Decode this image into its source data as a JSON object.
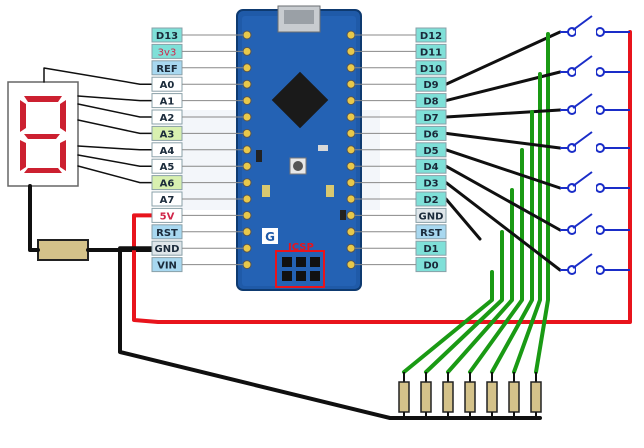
{
  "left_pins": [
    {
      "label": "D13",
      "style": "lt"
    },
    {
      "label": "3v3",
      "style": "red3v3"
    },
    {
      "label": "REF",
      "style": "blue"
    },
    {
      "label": "A0",
      "style": "white"
    },
    {
      "label": "A1",
      "style": "white"
    },
    {
      "label": "A2",
      "style": "white"
    },
    {
      "label": "A3",
      "style": "green"
    },
    {
      "label": "A4",
      "style": "white"
    },
    {
      "label": "A5",
      "style": "white"
    },
    {
      "label": "A6",
      "style": "green"
    },
    {
      "label": "A7",
      "style": "white"
    },
    {
      "label": "5V",
      "style": "white redt"
    },
    {
      "label": "RST",
      "style": "blue"
    },
    {
      "label": "GND",
      "style": "gray"
    },
    {
      "label": "VIN",
      "style": "blue"
    }
  ],
  "right_pins": [
    {
      "label": "D12",
      "style": "lt"
    },
    {
      "label": "D11",
      "style": "lt"
    },
    {
      "label": "D10",
      "style": "lt"
    },
    {
      "label": "D9",
      "style": "lt"
    },
    {
      "label": "D8",
      "style": "lt"
    },
    {
      "label": "D7",
      "style": "lt"
    },
    {
      "label": "D6",
      "style": "lt"
    },
    {
      "label": "D5",
      "style": "lt"
    },
    {
      "label": "D4",
      "style": "lt"
    },
    {
      "label": "D3",
      "style": "lt"
    },
    {
      "label": "D2",
      "style": "lt"
    },
    {
      "label": "GND",
      "style": "gray"
    },
    {
      "label": "RST",
      "style": "blue"
    },
    {
      "label": "D1",
      "style": "lt"
    },
    {
      "label": "D0",
      "style": "lt"
    }
  ],
  "board": {
    "icsp": "ICSP"
  },
  "colors": {
    "vcc": "#e8141c",
    "gnd": "#101010",
    "signal": "#1a9a14",
    "segment": "#d0202a",
    "pin_button": "#1a2dc8"
  }
}
